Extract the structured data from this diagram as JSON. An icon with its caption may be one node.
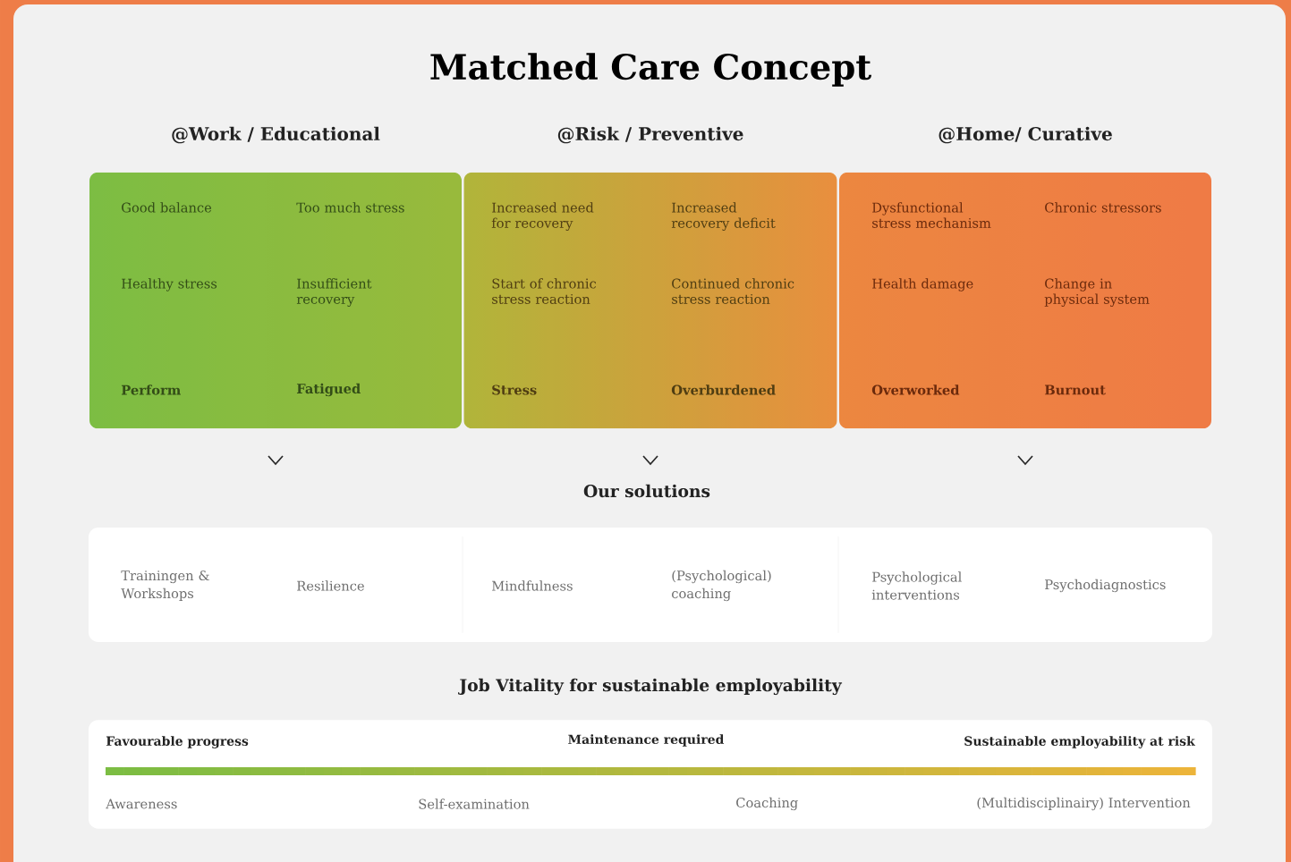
{
  "diagram": {
    "title": "Matched Care Concept",
    "nodes": [
      {
        "text": [
          "@Work / Educational",
          "Good balance",
          "Too much stress",
          "Healthy stress",
          "Insufficient recovery",
          "Perform",
          "Fatigued"
        ]
      },
      {
        "text": [
          "@Risk / Preventive",
          "Increased need for recovery",
          "Increased recovery deficit",
          "Start of chronic stress reaction",
          "Continued chronic stress reaction",
          "Stress",
          "Overburdened"
        ]
      },
      {
        "text": [
          "@Home/ Curative",
          "Dysfunctional stress mechanism",
          "Chronic stressors",
          "Health damage",
          "Change in physical system",
          "Overworked",
          "Burnout"
        ]
      },
      {
        "text": [
          "Our solutions",
          "Trainingen & Workshops",
          "Resilience",
          "Mindfulness",
          "(Psychological) coaching",
          "Psychological interventions",
          "Psychodiagnostics"
        ]
      },
      {
        "text": [
          "Job Vitality for sustainable employability",
          "Favourable progress",
          "Maintenance required",
          "Sustainable employability at risk",
          "Awareness",
          "Self-examination",
          "Coaching",
          "(Multidisciplinairy) Intervention"
        ]
      }
    ]
  }
}
